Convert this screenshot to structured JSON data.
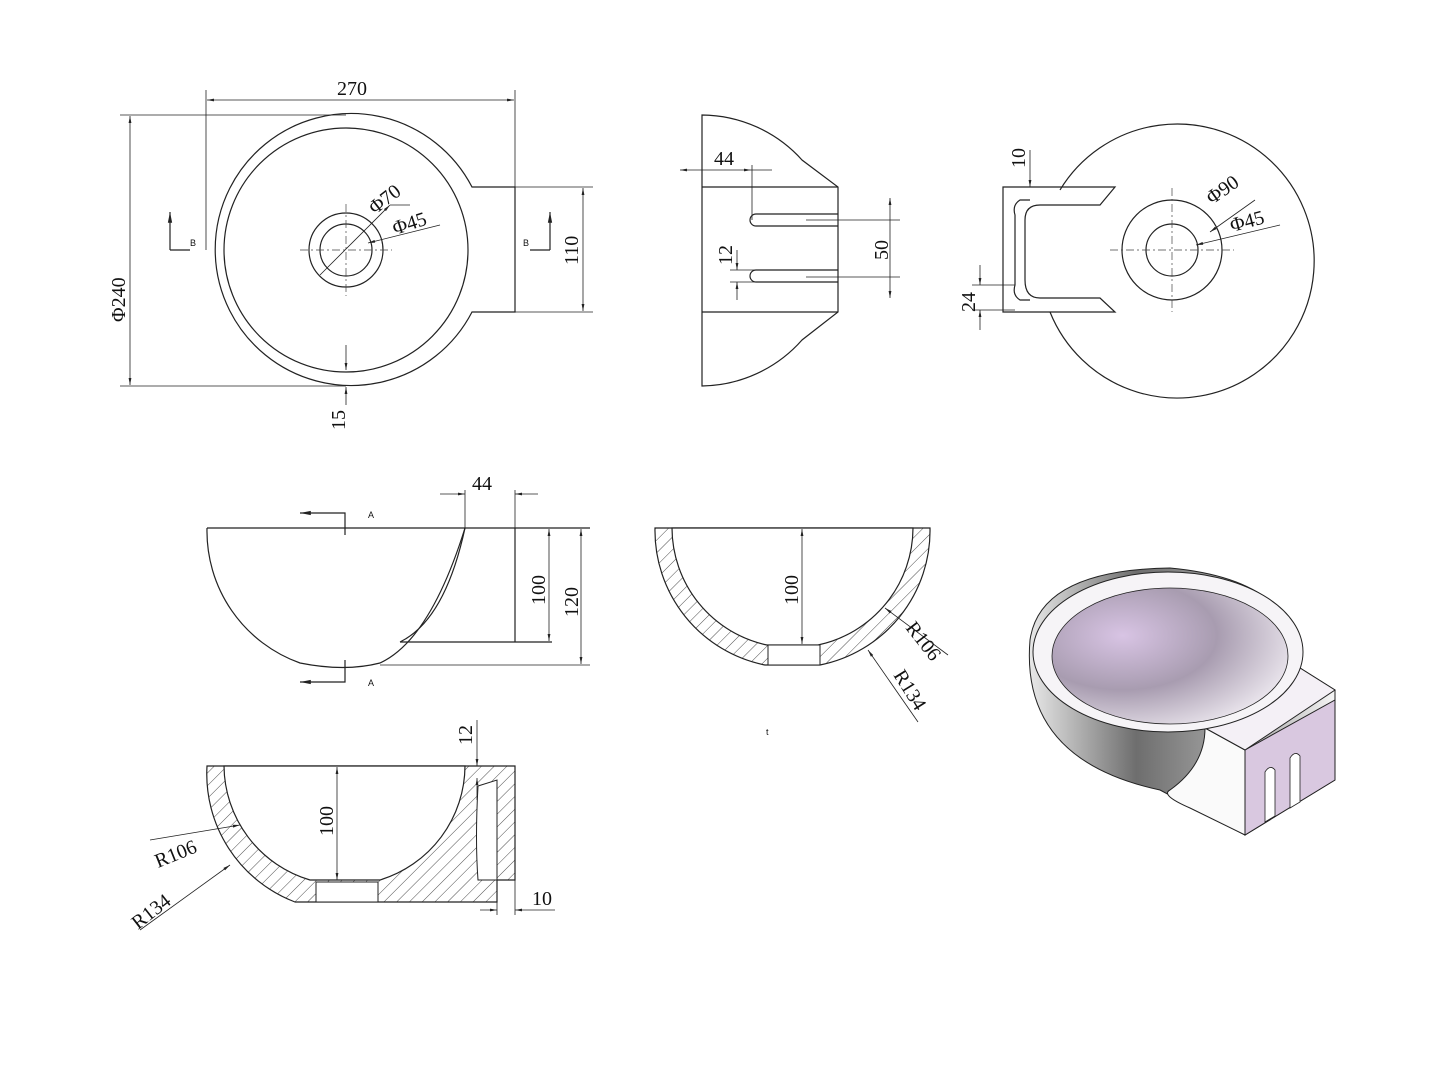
{
  "top_view": {
    "width": "270",
    "outer_dia": "Φ240",
    "drain_outer": "Φ70",
    "drain_inner": "Φ45",
    "tab_width": "110",
    "rim": "15",
    "section_mark": "B"
  },
  "side_view": {
    "offset": "44",
    "slot": "12",
    "slot_spacing": "50"
  },
  "bottom_view": {
    "wall": "10",
    "drain_outer": "Φ90",
    "drain_inner": "Φ45",
    "bracket": "24"
  },
  "section_a": {
    "offset": "44",
    "inner_depth": "100",
    "total_depth": "120",
    "section_mark": "A"
  },
  "section_front": {
    "depth": "100",
    "inner_radius": "R106",
    "outer_radius": "R134",
    "note": "t"
  },
  "section_b": {
    "top": "12",
    "depth": "100",
    "inner_radius": "R106",
    "outer_radius": "R134",
    "wall": "10"
  },
  "colors": {
    "line": "#222222",
    "basin_inner": "#c9b6d6",
    "basin_outer": "#8a8a8a",
    "tab_face": "#d9c8e0"
  }
}
